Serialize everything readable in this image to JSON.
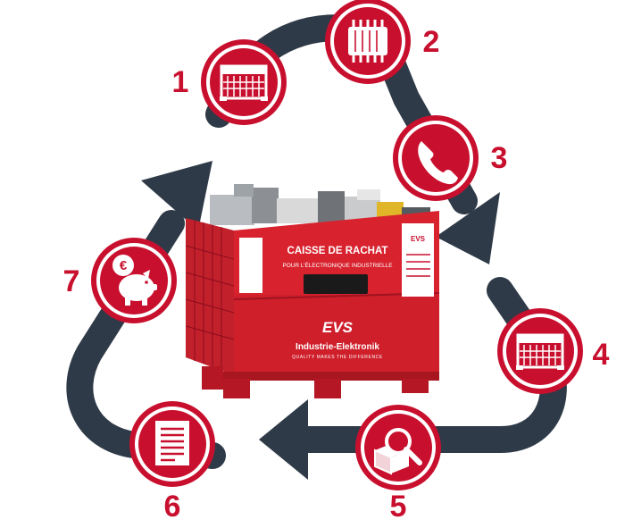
{
  "colors": {
    "arrow": "#2f3a48",
    "accent": "#c8102e",
    "accent_dark": "#8e0c1f",
    "icon_fill": "#ffffff",
    "bin_red": "#d8232f"
  },
  "steps": [
    {
      "number": "1",
      "icon": "crate-icon"
    },
    {
      "number": "2",
      "icon": "chip-icon"
    },
    {
      "number": "3",
      "icon": "phone-icon"
    },
    {
      "number": "4",
      "icon": "crate-icon"
    },
    {
      "number": "5",
      "icon": "inspect-box-icon"
    },
    {
      "number": "6",
      "icon": "document-icon"
    },
    {
      "number": "7",
      "icon": "piggy-bank-euro-icon"
    }
  ],
  "bin": {
    "title": "CAISSE DE RACHAT",
    "subtitle": "POUR L'ÉLECTRONIQUE INDUSTRIELLE",
    "brand": "Industrie-Elektronik",
    "tagline": "QUALITY MAKES THE DIFFERENCE",
    "logo_mark": "EVS"
  }
}
